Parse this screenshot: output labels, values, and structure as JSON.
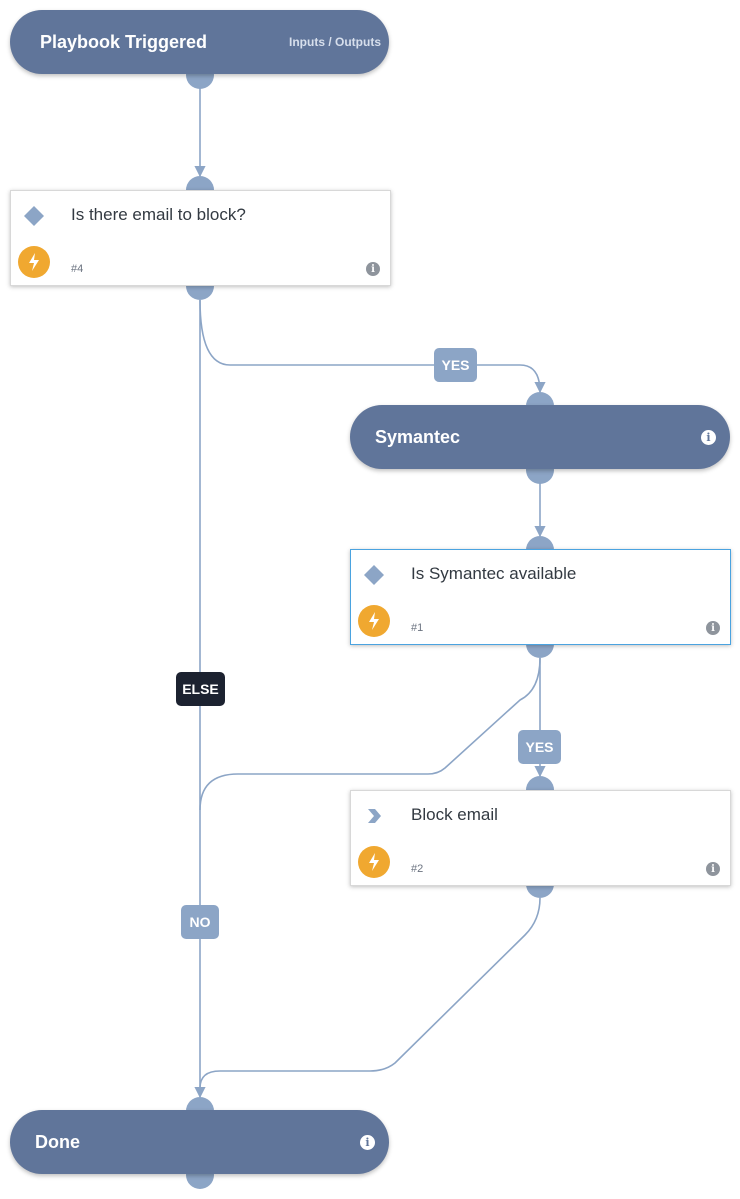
{
  "nodes": {
    "start": {
      "title": "Playbook Triggered",
      "sub": "Inputs / Outputs"
    },
    "q_email": {
      "title": "Is there email to block?",
      "num": "#4"
    },
    "symantec": {
      "title": "Symantec"
    },
    "q_symantec": {
      "title": "Is Symantec available",
      "num": "#1"
    },
    "block": {
      "title": "Block email",
      "num": "#2"
    },
    "done": {
      "title": "Done"
    }
  },
  "edge_labels": {
    "yes_1": "YES",
    "yes_2": "YES",
    "else": "ELSE",
    "no": "NO"
  },
  "icons": {
    "info": "i",
    "condition": "diamond-icon",
    "action": "chevron-icon",
    "automation": "lightning-bolt-icon"
  },
  "colors": {
    "header": "#60759a",
    "connector": "#8ca5c6",
    "bolt": "#f0a830",
    "else_label": "#1c2230",
    "selected_border": "#4aa3e0"
  }
}
